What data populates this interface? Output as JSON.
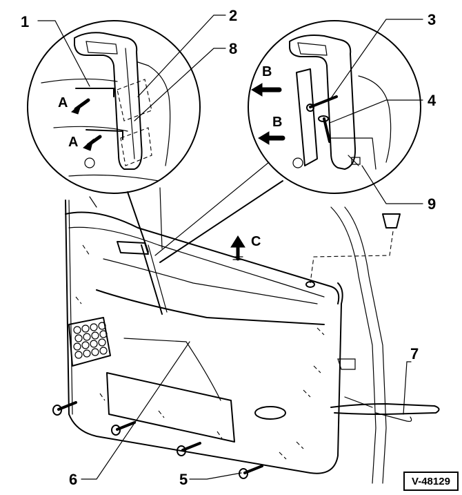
{
  "callouts": {
    "c1": "1",
    "c2": "2",
    "c3": "3",
    "c4": "4",
    "c5": "5",
    "c6": "6",
    "c7": "7",
    "c8": "8",
    "c9": "9"
  },
  "direction_labels": {
    "a_upper": "A",
    "a_lower": "A",
    "b_upper": "B",
    "b_lower": "B",
    "c": "C"
  },
  "reference_code": "V-48129"
}
